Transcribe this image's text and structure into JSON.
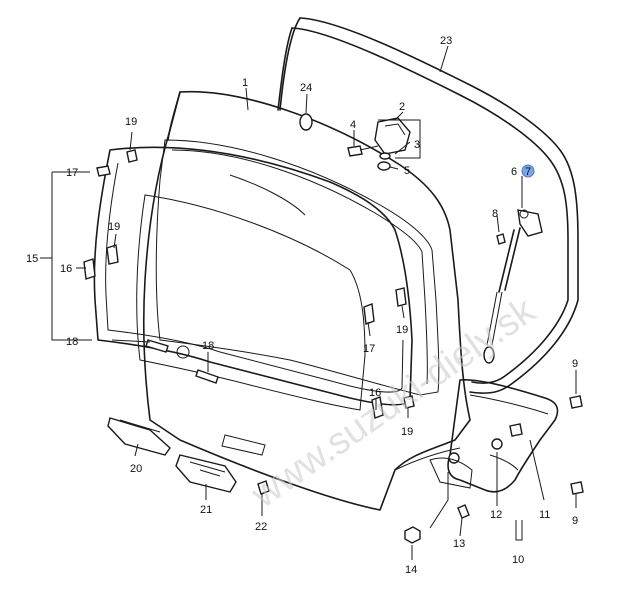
{
  "watermark": "www.suzuki-diely.sk",
  "colors": {
    "line": "#1a1a1a",
    "watermark": "#c9c9c9",
    "highlight": "#7aa6e8"
  },
  "callouts": [
    "1",
    "2",
    "3",
    "4",
    "5",
    "6",
    "7",
    "8",
    "9",
    "9",
    "10",
    "11",
    "12",
    "13",
    "14",
    "15",
    "16",
    "16",
    "17",
    "17",
    "18",
    "18",
    "19",
    "19",
    "19",
    "19",
    "20",
    "21",
    "22",
    "23",
    "24"
  ],
  "labels": {
    "l1": "1",
    "l2": "2",
    "l3": "3",
    "l4": "4",
    "l5": "5",
    "l6": "6",
    "l7": "7",
    "l8": "8",
    "l9a": "9",
    "l9b": "9",
    "l10": "10",
    "l11": "11",
    "l12": "12",
    "l13": "13",
    "l14": "14",
    "l15": "15",
    "l16a": "16",
    "l16b": "16",
    "l17a": "17",
    "l17b": "17",
    "l18a": "18",
    "l18b": "18",
    "l19a": "19",
    "l19b": "19",
    "l19c": "19",
    "l19d": "19",
    "l20": "20",
    "l21": "21",
    "l22": "22",
    "l23": "23",
    "l24": "24"
  }
}
